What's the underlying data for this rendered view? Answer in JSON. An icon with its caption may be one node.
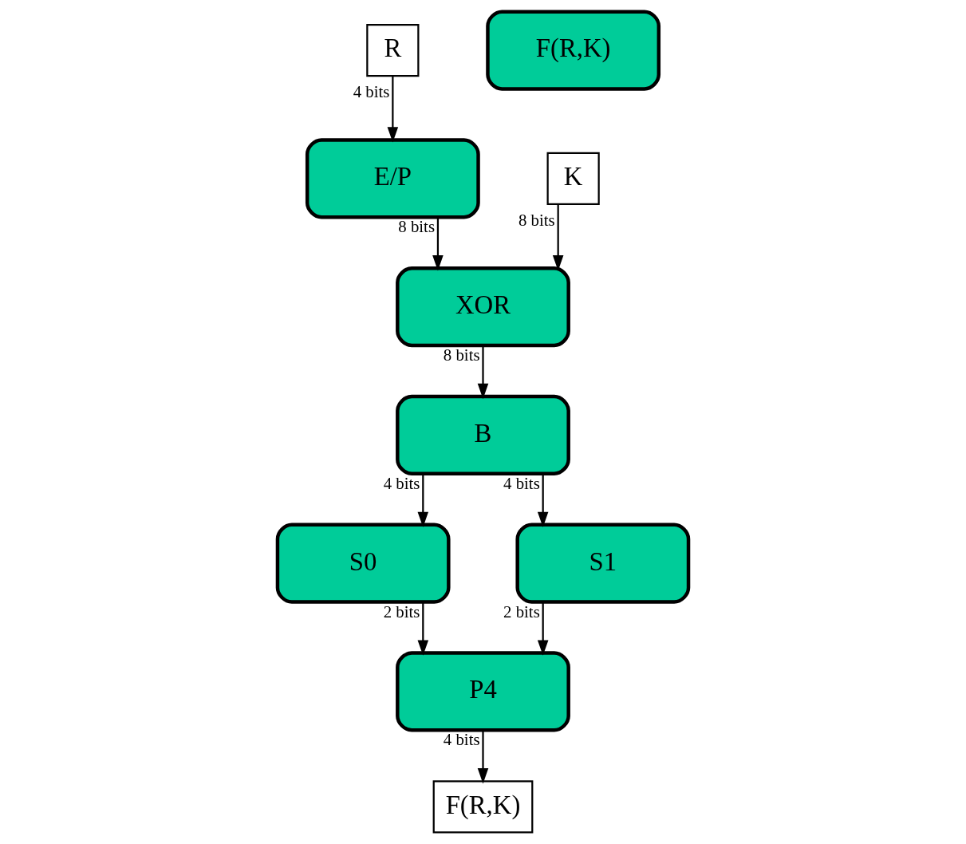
{
  "diagram": {
    "nodes": [
      {
        "text": [
          "R"
        ]
      },
      {
        "text": [
          "F(R,K)"
        ]
      },
      {
        "text": [
          "E/P"
        ]
      },
      {
        "text": [
          "K"
        ]
      },
      {
        "text": [
          "XOR"
        ]
      },
      {
        "text": [
          "B"
        ]
      },
      {
        "text": [
          "S0"
        ]
      },
      {
        "text": [
          "S1"
        ]
      },
      {
        "text": [
          "P4"
        ]
      },
      {
        "text": [
          "F(R,K)"
        ]
      }
    ],
    "edges": [
      {
        "from": 0,
        "to": 2,
        "arrow": "to",
        "label": "4 bits"
      },
      {
        "from": 2,
        "to": 4,
        "arrow": "to",
        "label": "8 bits"
      },
      {
        "from": 3,
        "to": 4,
        "arrow": "to",
        "label": "8 bits"
      },
      {
        "from": 4,
        "to": 5,
        "arrow": "to",
        "label": "8 bits"
      },
      {
        "from": 5,
        "to": 6,
        "arrow": "to",
        "label": "4 bits"
      },
      {
        "from": 5,
        "to": 7,
        "arrow": "to",
        "label": "4 bits"
      },
      {
        "from": 6,
        "to": 8,
        "arrow": "to",
        "label": "2 bits"
      },
      {
        "from": 7,
        "to": 8,
        "arrow": "to",
        "label": "2 bits"
      },
      {
        "from": 8,
        "to": 9,
        "arrow": "to",
        "label": "4 bits"
      }
    ]
  }
}
